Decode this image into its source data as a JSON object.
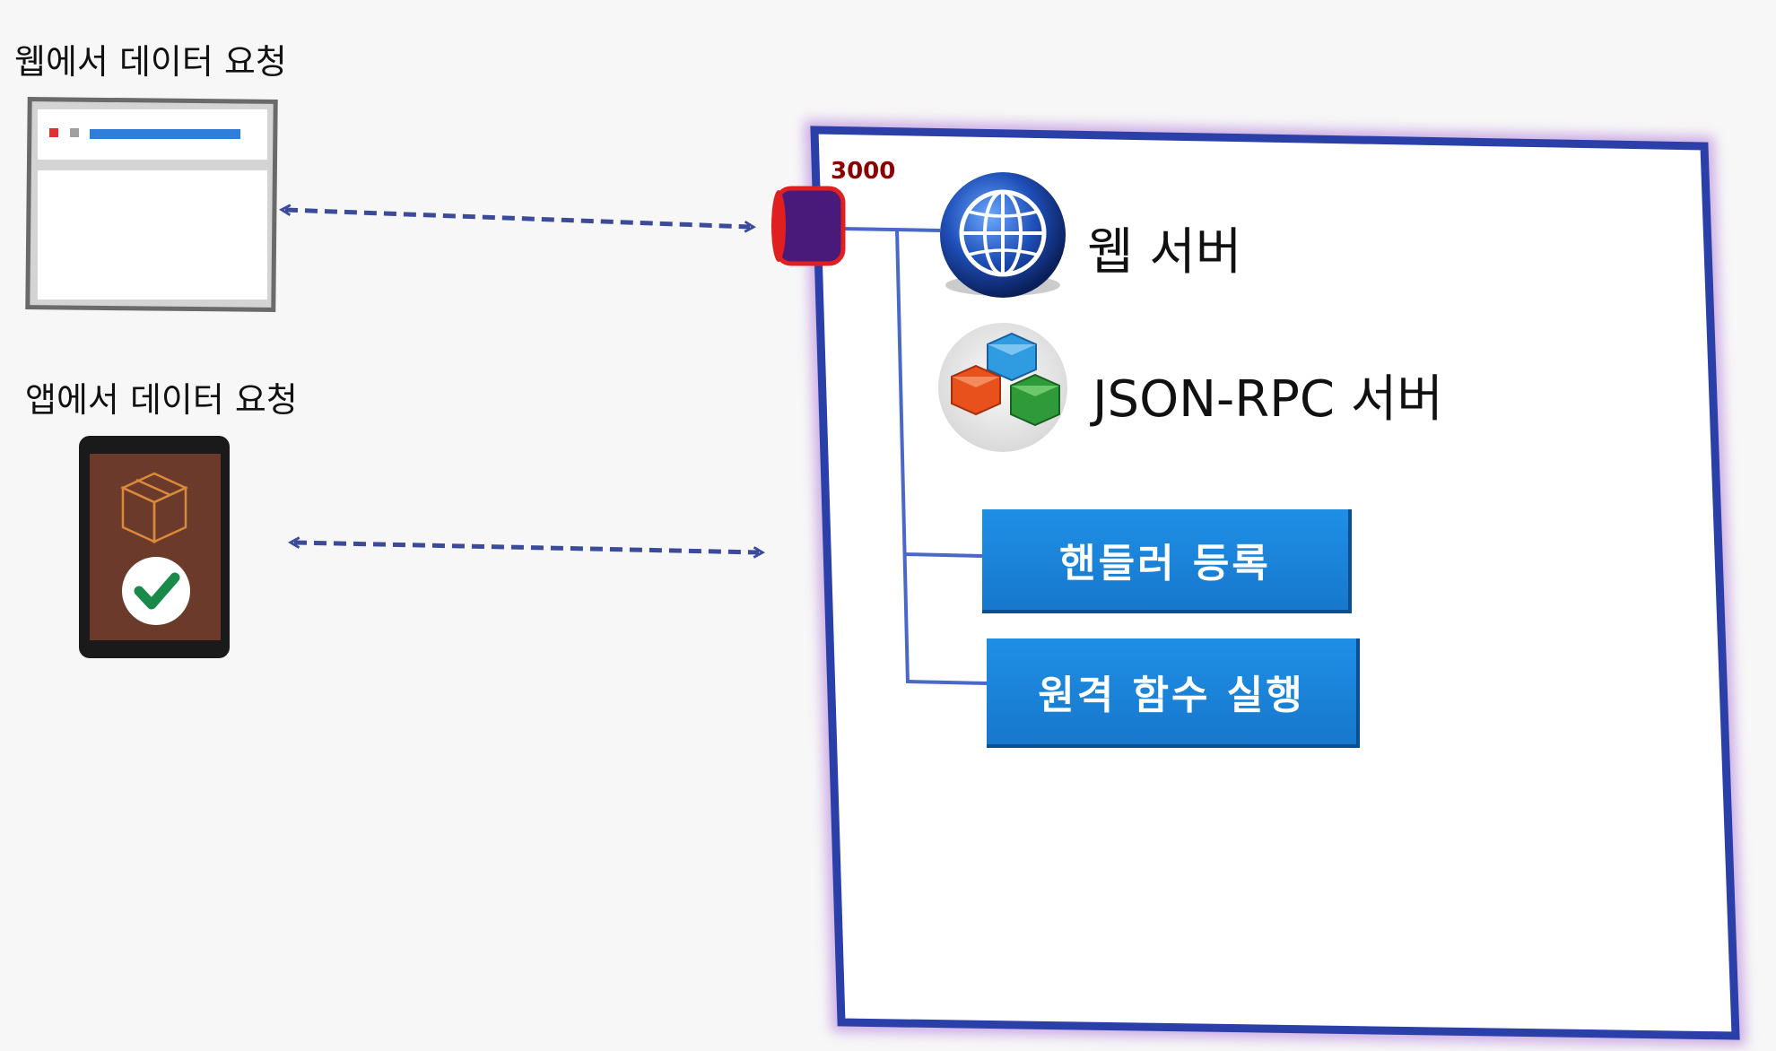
{
  "clients": {
    "web_label": "웹에서 데이터 요청",
    "app_label": "앱에서 데이터 요청"
  },
  "server": {
    "port": "3000",
    "web_server_label": "웹 서버",
    "jsonrpc_server_label": "JSON-RPC 서버",
    "register_handler_label": "핸들러 등록",
    "remote_function_label": "원격 함수 실행"
  },
  "icons": {
    "browser": "browser-window-icon",
    "tablet": "tablet-app-icon",
    "port": "port-cylinder-icon",
    "web_server": "globe-icon",
    "jsonrpc": "cubes-icon"
  },
  "colors": {
    "frame": "#2b3fa8",
    "frame_glow": "#b07ad8",
    "arrow": "#3b4b9a",
    "button": "#1a84dd",
    "port_red": "#e02020",
    "port_purple": "#4a1a7a",
    "tablet_screen": "#6b3a2a",
    "port_text": "#8b0000"
  }
}
